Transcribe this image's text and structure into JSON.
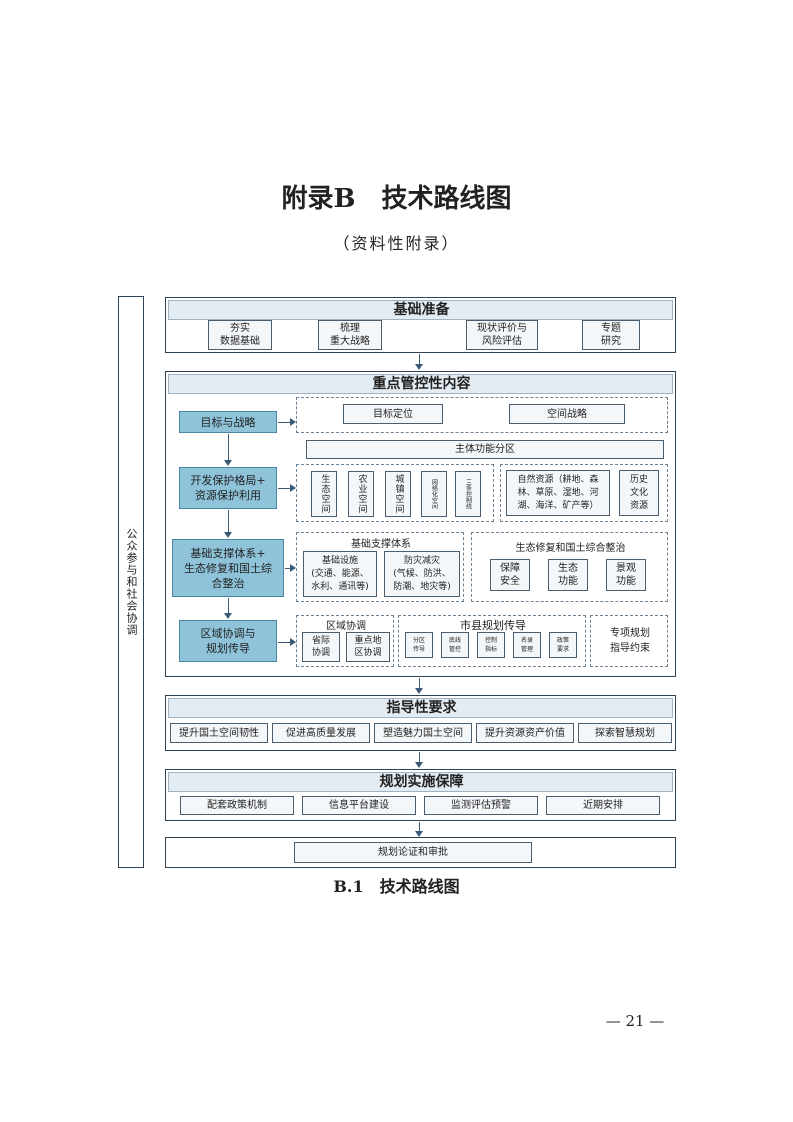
{
  "header": {
    "title": "附录B　技术路线图",
    "subtitle": "（资料性附录）"
  },
  "side_label": "公众参与和社会协调",
  "s1": {
    "title": "基础准备",
    "items": [
      "夯实\n数据基础",
      "梳理\n重大战略",
      "现状评价与\n风险评估",
      "专题\n研究"
    ]
  },
  "s2": {
    "title": "重点管控性内容",
    "left": [
      "目标与战略",
      "开发保护格局+\n资源保护利用",
      "基础支撑体系+\n生态修复和国土综\n合整治",
      "区域协调与\n规划传导"
    ],
    "goal": [
      "目标定位",
      "空间战略"
    ],
    "zoning": "主体功能分区",
    "lines": [
      "生态空间",
      "农业空间",
      "城镇空间",
      "网络化空间",
      "三条控制线"
    ],
    "natural": "自然资源（耕地、森\n林、草原、湿地、河\n湖、海洋、矿产等）",
    "history": "历史\n文化\n资源",
    "infra_title": "基础支撑体系",
    "infra": [
      "基础设施\n(交通、能源、\n水利、通讯等)",
      "防灾减灾\n(气候、防洪、\n防潮、地灾等)"
    ],
    "eco_title": "生态修复和国土综合整治",
    "eco": [
      "保障\n安全",
      "生态\n功能",
      "景观\n功能"
    ],
    "region_title": "区域协调",
    "region": [
      "省际\n协调",
      "重点地\n区协调"
    ],
    "county_title": "市县规划传导",
    "county": [
      "分区\n传导",
      "底线\n管控",
      "控制\n指标",
      "名录\n管理",
      "政策\n要求"
    ],
    "special": "专项规划\n指导约束"
  },
  "s3": {
    "title": "指导性要求",
    "items": [
      "提升国土空间韧性",
      "促进高质量发展",
      "塑造魅力国土空间",
      "提升资源资产价值",
      "探索智慧规划"
    ]
  },
  "s4": {
    "title": "规划实施保障",
    "items": [
      "配套政策机制",
      "信息平台建设",
      "监测评估预警",
      "近期安排"
    ]
  },
  "s5": {
    "item": "规划论证和审批"
  },
  "caption": "B.1　技术路线图",
  "page_number": "— 21 —"
}
